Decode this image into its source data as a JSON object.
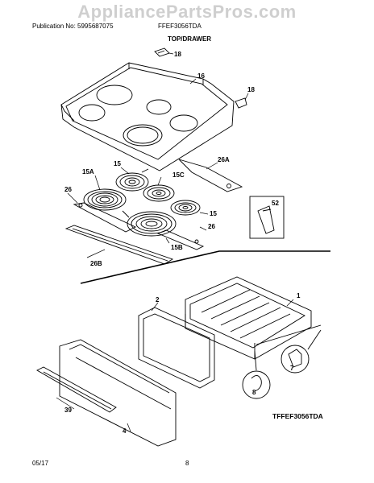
{
  "watermark": "AppliancePartsPros.com",
  "header": {
    "publication": "Publication No: 5995687075",
    "model": "FFEF3056TDA"
  },
  "section_title": "TOP/DRAWER",
  "callouts": {
    "c18a": "18",
    "c16": "16",
    "c18b": "18",
    "c26a": "26A",
    "c15": "15",
    "c15a": "15A",
    "c15c": "15C",
    "c26": "26",
    "c15r": "15",
    "c26r": "26",
    "c15b": "15B",
    "c26b": "26B",
    "c52": "52",
    "c1": "1",
    "c2": "2",
    "c7": "7",
    "c8": "8",
    "c39": "39",
    "c4": "4"
  },
  "diagram_code": "TFFEF3056TDA",
  "footer": {
    "date": "05/17",
    "page": "8"
  }
}
